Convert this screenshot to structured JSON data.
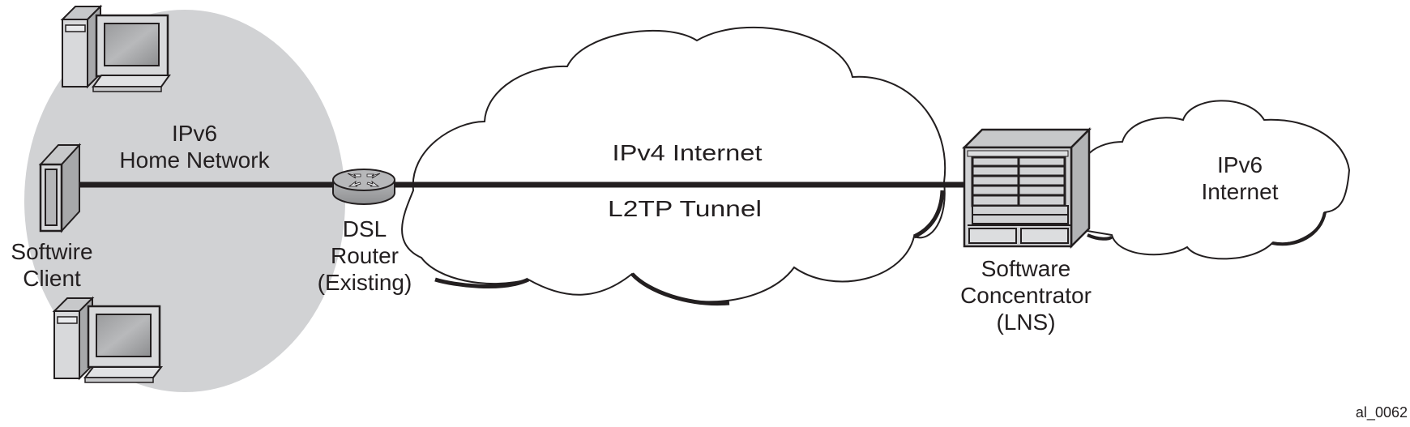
{
  "diagram": {
    "home_network": {
      "label_line1": "IPv6",
      "label_line2": "Home Network",
      "fill_color": "#d1d2d4"
    },
    "softwire_client": {
      "label_line1": "Softwire",
      "label_line2": "Client",
      "icon": "tower-server-icon"
    },
    "pcs": [
      {
        "icon": "desktop-computer-icon",
        "position": "top"
      },
      {
        "icon": "desktop-computer-icon",
        "position": "bottom"
      }
    ],
    "dsl_router": {
      "label_line1": "DSL",
      "label_line2": "Router",
      "label_line3": "(Existing)",
      "icon": "router-icon"
    },
    "ipv4_cloud": {
      "label": "IPv4 Internet",
      "tunnel_label": "L2TP Tunnel",
      "icon": "cloud-icon"
    },
    "concentrator": {
      "label_line1": "Software",
      "label_line2": "Concentrator",
      "label_line3": "(LNS)",
      "icon": "chassis-router-icon"
    },
    "ipv6_cloud": {
      "label_line1": "IPv6",
      "label_line2": "Internet",
      "icon": "cloud-icon"
    },
    "figure_id": "al_0062"
  }
}
